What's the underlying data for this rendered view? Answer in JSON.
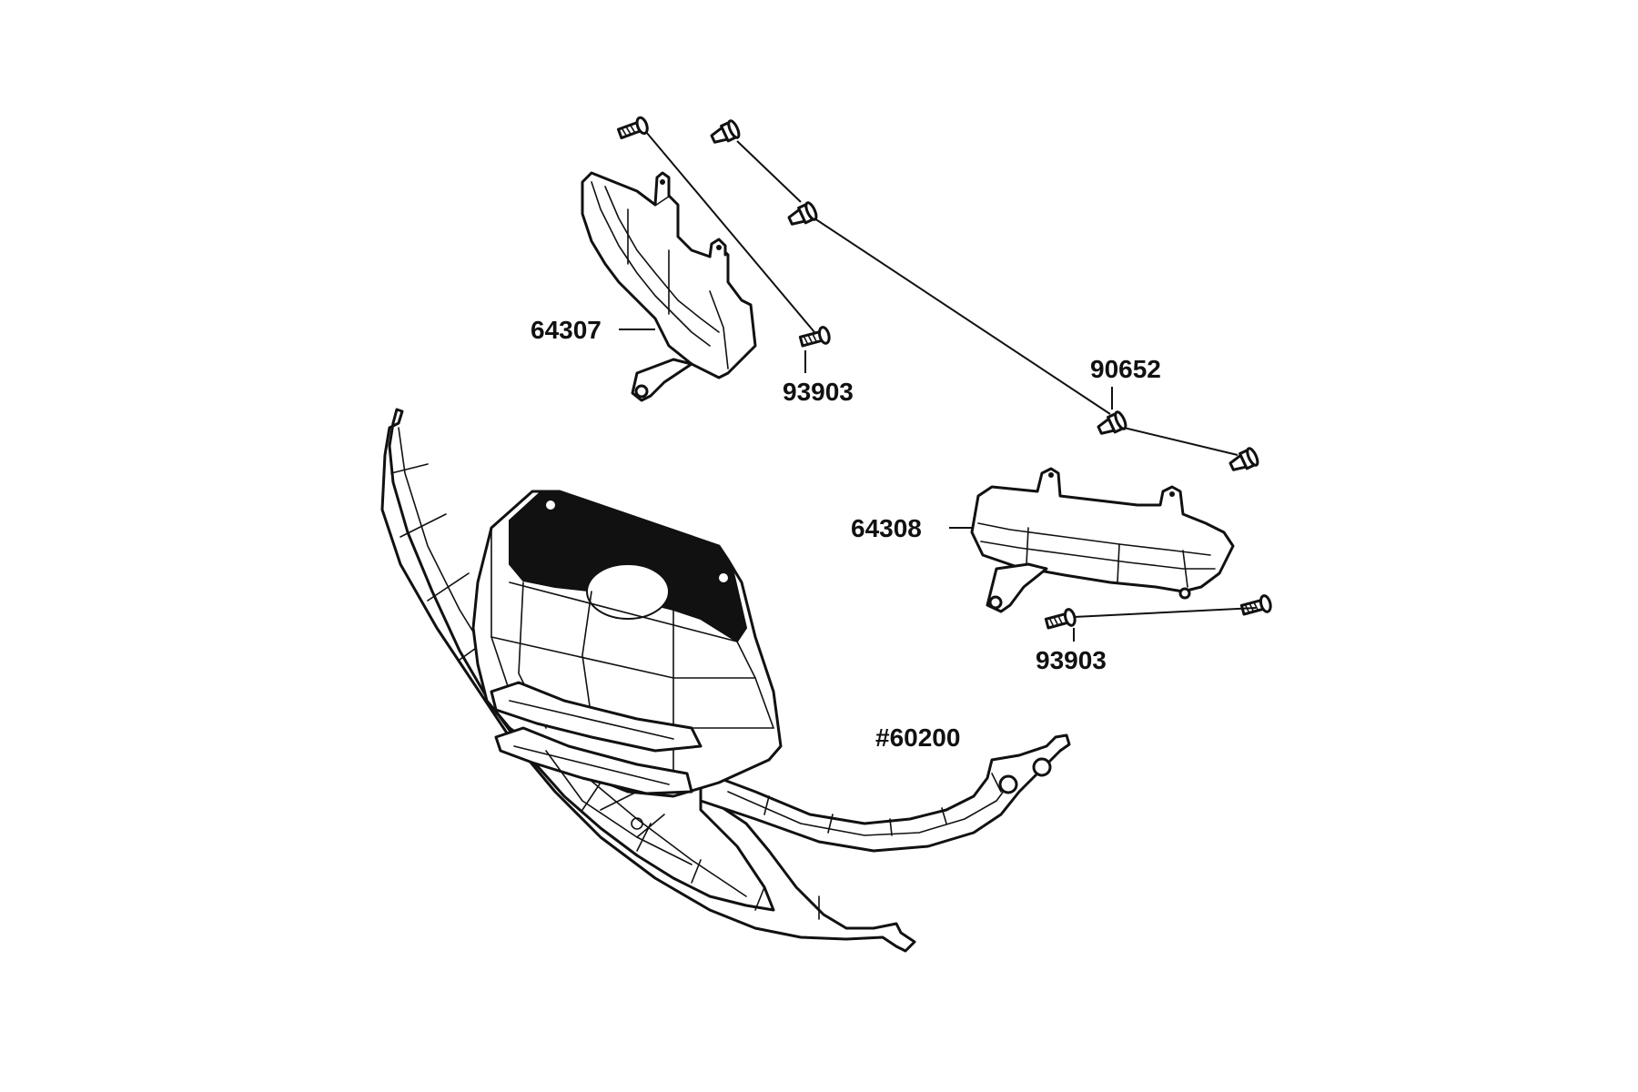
{
  "labels": {
    "lamp_left": "64307",
    "lamp_right": "64308",
    "clip": "90652",
    "screw_left": "93903",
    "screw_right": "93903",
    "front_cover": "#60200"
  }
}
